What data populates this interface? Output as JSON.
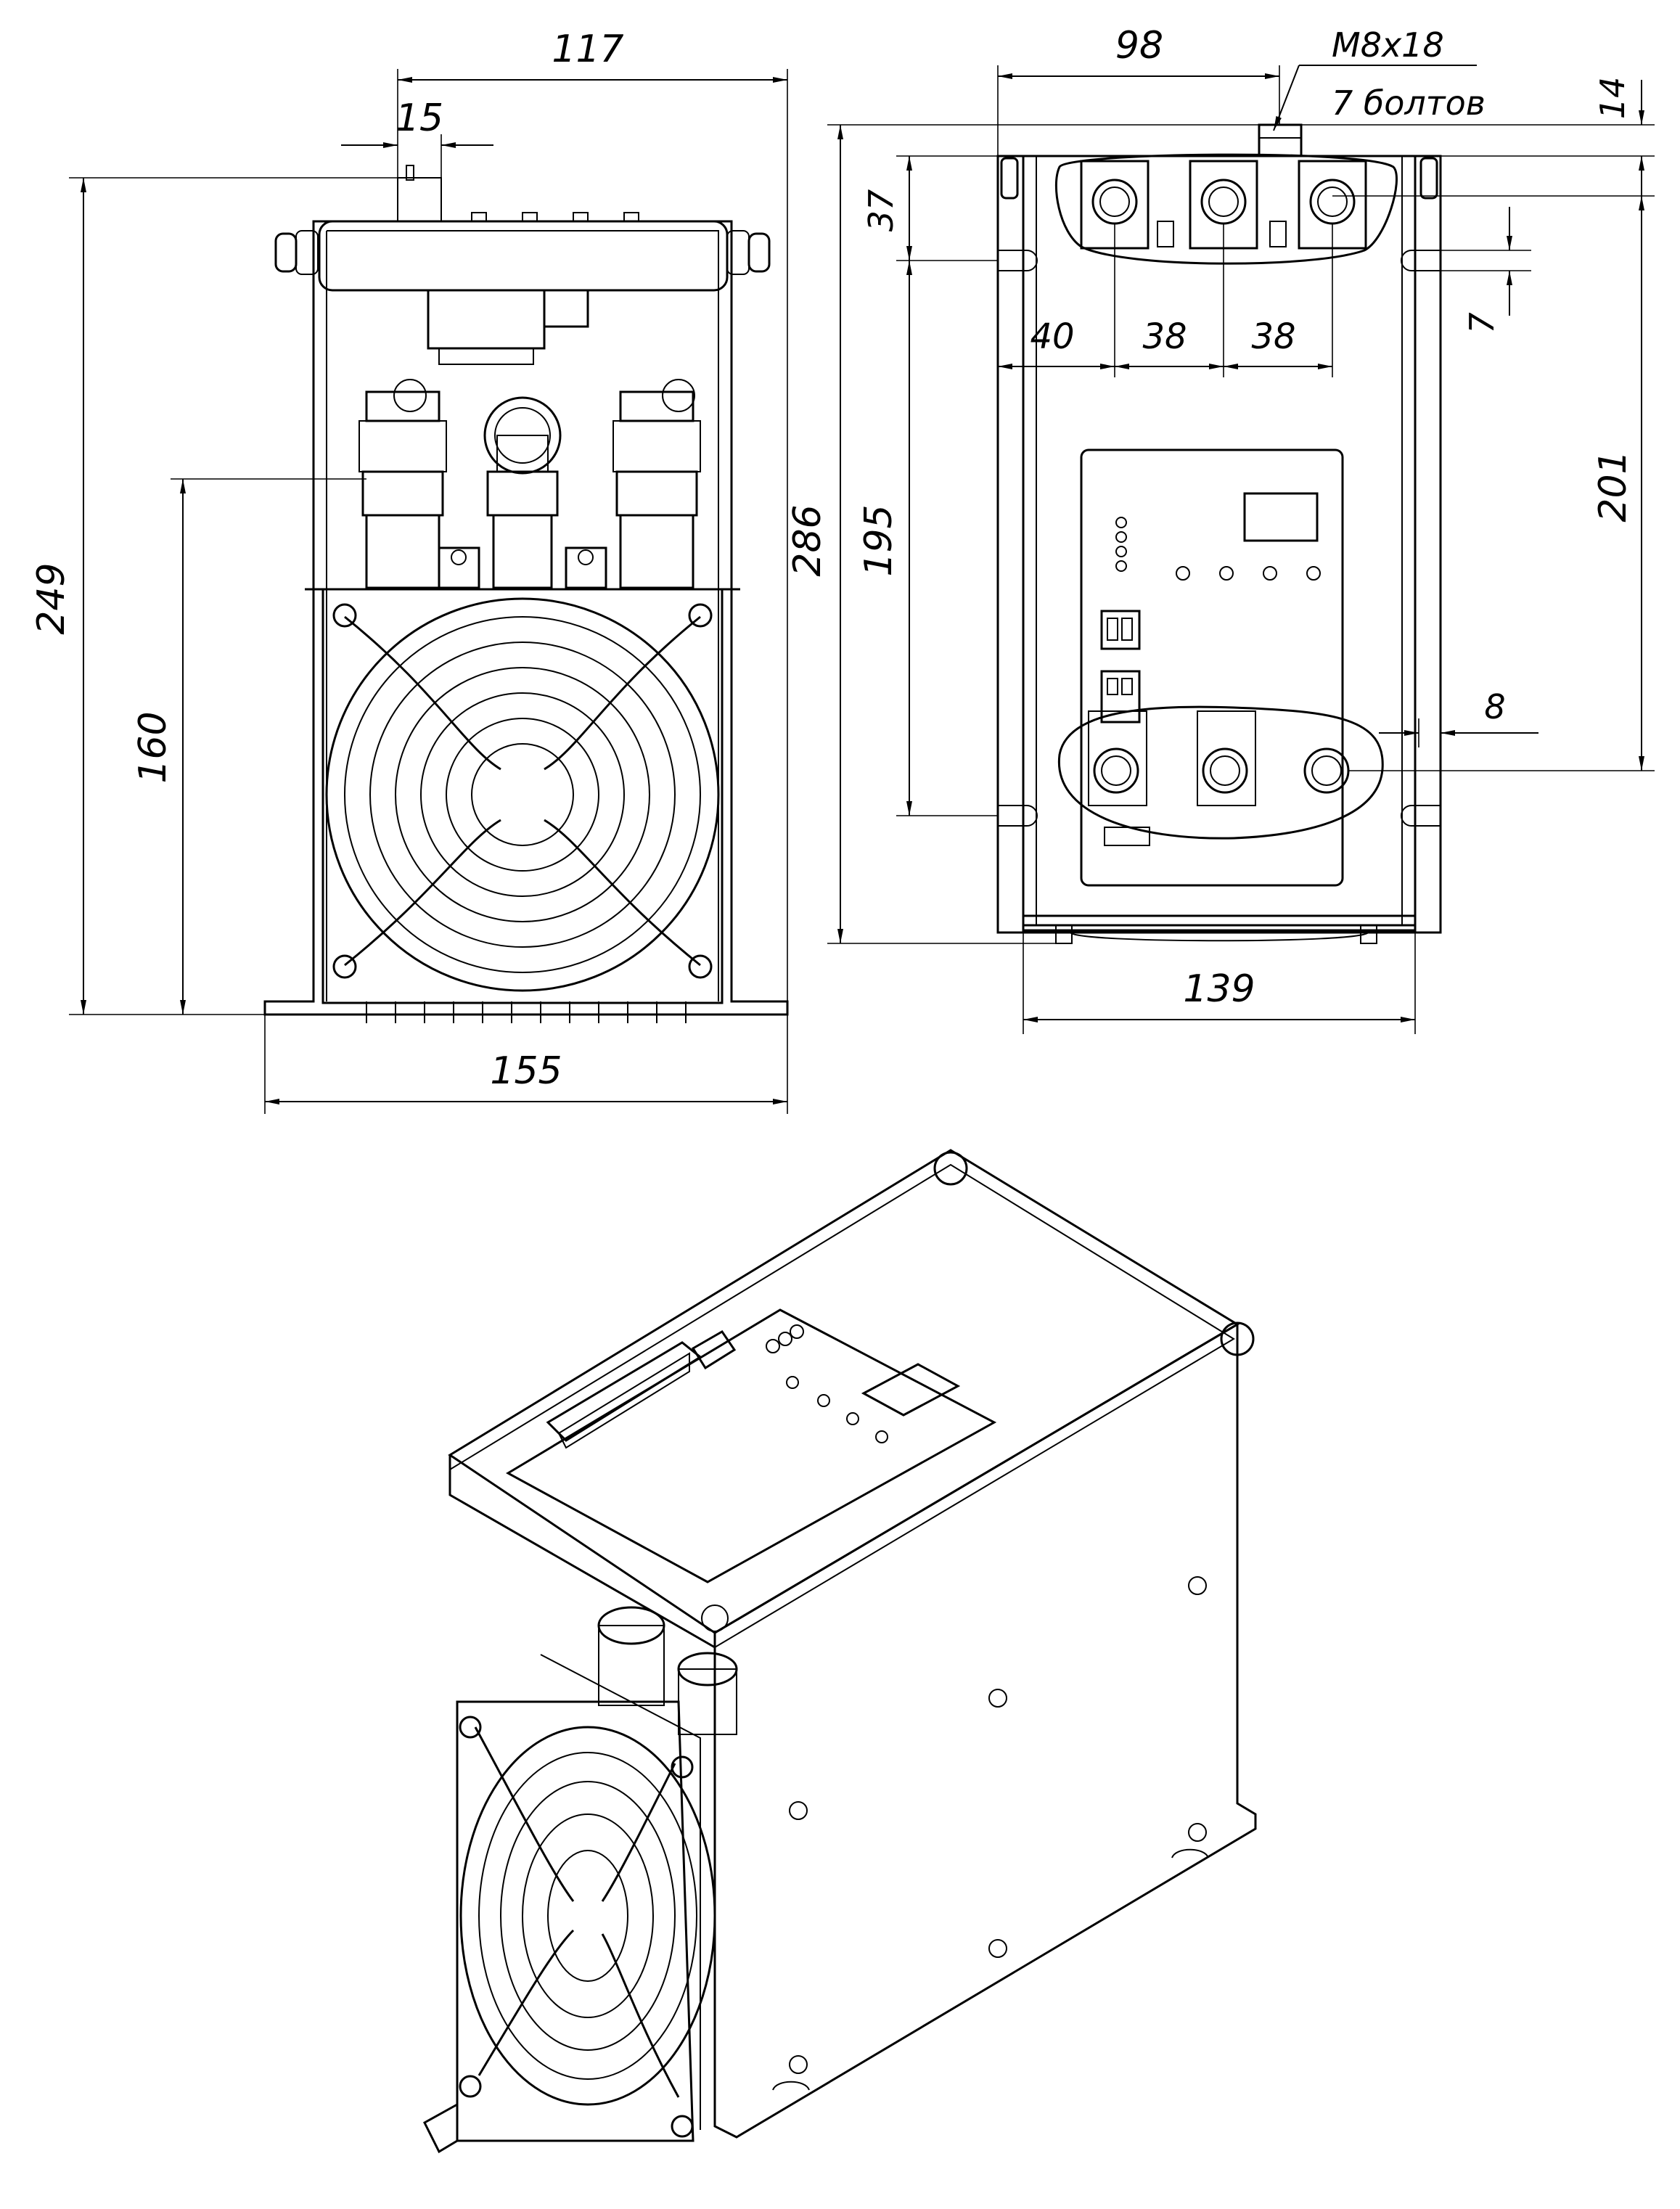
{
  "dimensions": {
    "front_total_width": "117",
    "front_terminal_offset": "15",
    "front_total_height": "249",
    "front_terminal_height": "160",
    "front_base_width": "155",
    "top_bolt_span": "98",
    "bolt_spec": "M8x18",
    "bolt_count": "7 болтов",
    "top_edge_offset": "14",
    "top_overall_length": "286",
    "top_row_offset": "37",
    "top_slot_gap": "7",
    "top_first_terminal": "40",
    "top_pitch_1": "38",
    "top_pitch_2": "38",
    "top_mount_span": "195",
    "top_terminal_span": "201",
    "top_lower_offset": "8",
    "top_body_width": "139"
  }
}
